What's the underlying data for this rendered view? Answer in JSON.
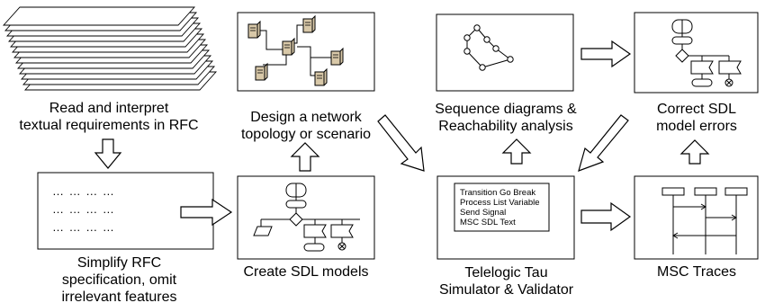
{
  "steps": {
    "rfc": {
      "line1": "Read and interpret",
      "line2": "textual requirements in RFC"
    },
    "simplify": {
      "line1": "Simplify RFC",
      "line2": "specification, omit",
      "line3": "irrelevant features"
    },
    "sdl": {
      "label": "Create SDL models"
    },
    "topology": {
      "line1": "Design a network",
      "line2": "topology or scenario"
    },
    "tau": {
      "line1": "Telelogic Tau",
      "line2": "Simulator & Validator"
    },
    "sequence": {
      "line1": "Sequence diagrams &",
      "line2": "Reachability analysis"
    },
    "correct": {
      "line1": "Correct SDL",
      "line2": "model errors"
    },
    "msc": {
      "label": "MSC Traces"
    }
  },
  "tau_menu": [
    "Transition Go Break",
    "Process List Variable",
    "Send Signal",
    "MSC SDL Text"
  ],
  "spec_dots": [
    "…  …  …  …",
    "…  …  …  …",
    "…  …  …  …"
  ]
}
